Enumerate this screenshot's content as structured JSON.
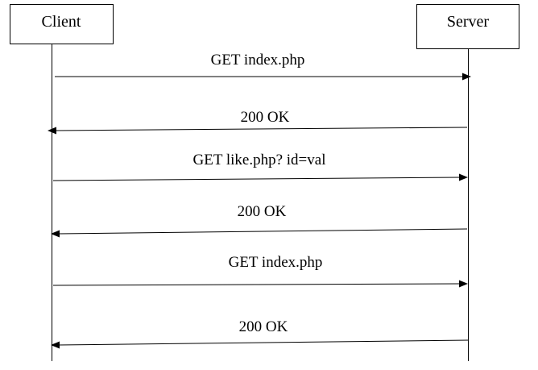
{
  "participants": {
    "client": "Client",
    "server": "Server"
  },
  "messages": [
    {
      "label": "GET index.php",
      "from": "client",
      "to": "server"
    },
    {
      "label": "200 OK",
      "from": "server",
      "to": "client"
    },
    {
      "label": "GET like.php? id=val",
      "from": "client",
      "to": "server"
    },
    {
      "label": "200 OK",
      "from": "server",
      "to": "client"
    },
    {
      "label": "GET index.php",
      "from": "client",
      "to": "server"
    },
    {
      "label": "200 OK",
      "from": "server",
      "to": "client"
    }
  ],
  "colors": {
    "stroke": "#000000",
    "background": "#ffffff"
  }
}
